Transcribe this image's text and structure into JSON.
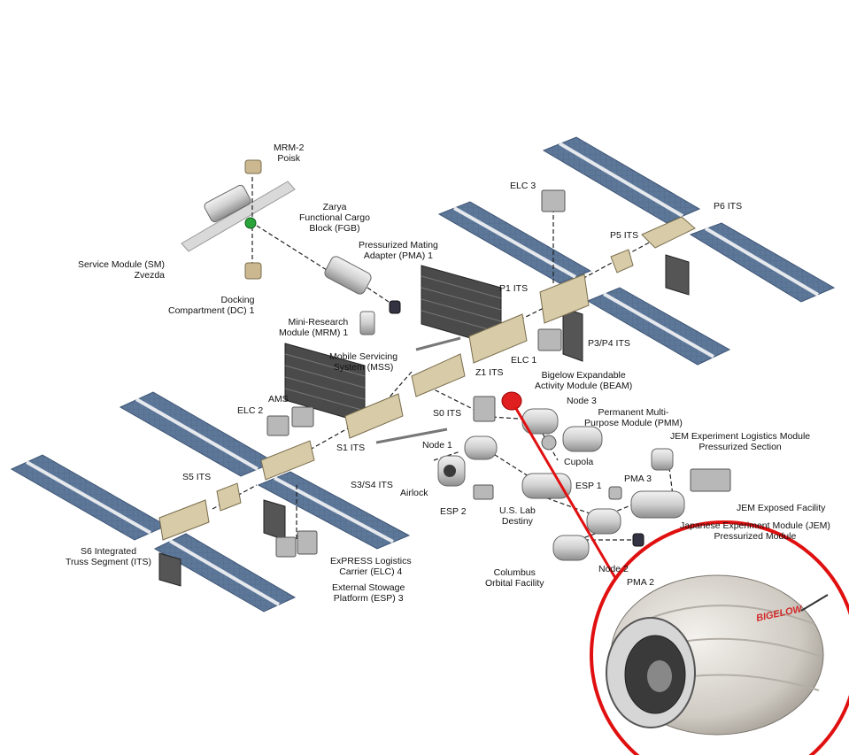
{
  "colors": {
    "panel": "#5d7799",
    "panel_edge": "#3f5675",
    "panel_stripe": "#e6e9ee",
    "truss": "#cfc3a1",
    "module": "#d9d9d9",
    "beam": "#e02020",
    "highlight": "#e01010",
    "connector": "#222222"
  },
  "labels": {
    "mrm2": [
      "MRM-2",
      "Poisk"
    ],
    "service_module": [
      "Service Module (SM)",
      "Zvezda"
    ],
    "docking_compartment": [
      "Docking",
      "Compartment (DC) 1"
    ],
    "zarya": [
      "Zarya",
      "Functional Cargo",
      "Block (FGB)"
    ],
    "pma1": [
      "Pressurized Mating",
      "Adapter (PMA) 1"
    ],
    "mrm1": [
      "Mini-Research",
      "Module (MRM) 1"
    ],
    "mss": [
      "Mobile Servicing",
      "System (MSS)"
    ],
    "elc3": [
      "ELC 3"
    ],
    "p6": [
      "P6 ITS"
    ],
    "p5": [
      "P5 ITS"
    ],
    "p1": [
      "P1 ITS"
    ],
    "p3p4": [
      "P3/P4 ITS"
    ],
    "elc1": [
      "ELC 1"
    ],
    "beam": [
      "Bigelow Expandable",
      "Activity Module (BEAM)"
    ],
    "z1": [
      "Z1 ITS"
    ],
    "s0": [
      "S0 ITS"
    ],
    "node3": [
      "Node 3"
    ],
    "pmm": [
      "Permanent Multi-",
      "Purpose Module (PMM)"
    ],
    "jem_els": [
      "JEM Experiment Logistics Module",
      "Pressurized Section"
    ],
    "ams": [
      "AMS"
    ],
    "elc2": [
      "ELC 2"
    ],
    "s1": [
      "S1 ITS"
    ],
    "node1": [
      "Node 1"
    ],
    "cupola": [
      "Cupola"
    ],
    "esp1": [
      "ESP 1"
    ],
    "pma3": [
      "PMA 3"
    ],
    "jem_ef": [
      "JEM Exposed Facility"
    ],
    "airlock": [
      "Airlock"
    ],
    "esp2": [
      "ESP 2"
    ],
    "us_lab": [
      "U.S. Lab",
      "Destiny"
    ],
    "s5": [
      "S5 ITS"
    ],
    "s3s4": [
      "S3/S4 ITS"
    ],
    "jem_pm": [
      "Japanese Experiment Module (JEM)",
      "Pressurized Module"
    ],
    "s6": [
      "S6 Integrated",
      "Truss Segment (ITS)"
    ],
    "elc4": [
      "ExPRESS Logistics",
      "Carrier (ELC) 4"
    ],
    "esp3": [
      "External Stowage",
      "Platform (ESP) 3"
    ],
    "node2": [
      "Node 2"
    ],
    "pma2": [
      "PMA 2"
    ],
    "columbus": [
      "Columbus",
      "Orbital Facility"
    ],
    "beam_logo": "BIGELOW"
  }
}
